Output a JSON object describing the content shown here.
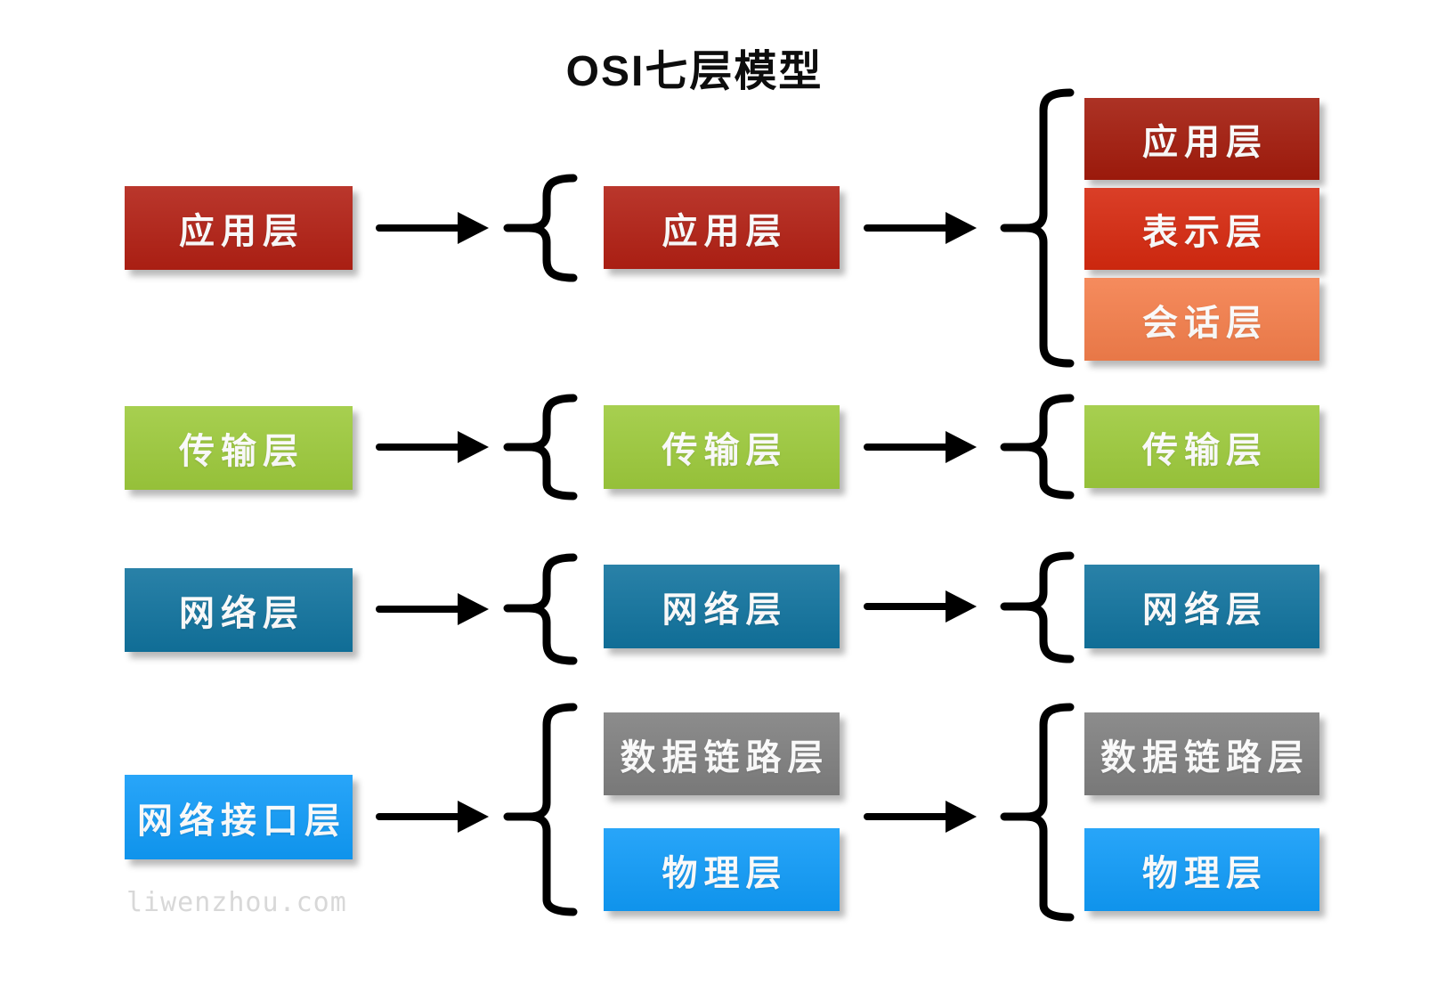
{
  "title": "OSI七层模型",
  "watermark": "liwenzhou.com",
  "colors": {
    "application_dark": "#a31b0c",
    "application": "#b22014",
    "presentation": "#d6290f",
    "session": "#f47e4b",
    "transport": "#9dca3c",
    "network": "#11739e",
    "datalink": "#7f7f7f",
    "physical": "#109bf8",
    "connector": "#000000"
  },
  "columns": {
    "left": {
      "boxes": [
        {
          "label": "应用层",
          "color": "#b22014"
        },
        {
          "label": "传输层",
          "color": "#9dca3c"
        },
        {
          "label": "网络层",
          "color": "#11739e"
        },
        {
          "label": "网络接口层",
          "color": "#109bf8"
        }
      ]
    },
    "middle": {
      "boxes": [
        {
          "label": "应用层",
          "color": "#b22014"
        },
        {
          "label": "传输层",
          "color": "#9dca3c"
        },
        {
          "label": "网络层",
          "color": "#11739e"
        },
        {
          "label": "数据链路层",
          "color": "#7f7f7f"
        },
        {
          "label": "物理层",
          "color": "#109bf8"
        }
      ]
    },
    "right": {
      "boxes": [
        {
          "label": "应用层",
          "color": "#a31b0c"
        },
        {
          "label": "表示层",
          "color": "#d6290f"
        },
        {
          "label": "会话层",
          "color": "#f47e4b"
        },
        {
          "label": "传输层",
          "color": "#9dca3c"
        },
        {
          "label": "网络层",
          "color": "#11739e"
        },
        {
          "label": "数据链路层",
          "color": "#7f7f7f"
        },
        {
          "label": "物理层",
          "color": "#109bf8"
        }
      ]
    }
  }
}
